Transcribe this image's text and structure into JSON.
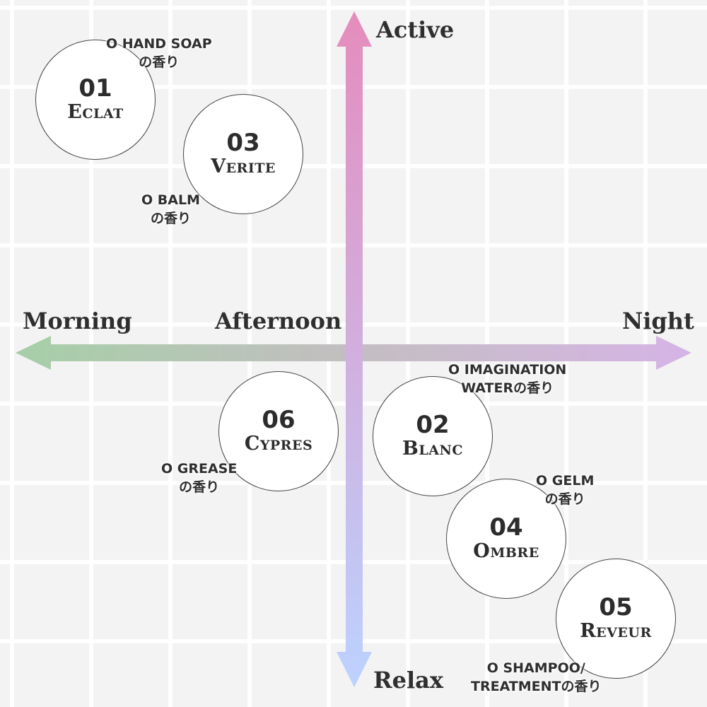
{
  "axes": {
    "top": "Active",
    "bottom": "Relax",
    "left": "Morning",
    "center": "Afternoon",
    "right": "Night"
  },
  "colors": {
    "vertical_top": "#e58cbc",
    "vertical_bottom": "#bcd2ff",
    "horizontal_left": "#a6cfa7",
    "horizontal_mid": "#c3bec1",
    "horizontal_right": "#d6b4e6"
  },
  "items": [
    {
      "num": "01",
      "name": "Eclat",
      "note": [
        "O HAND SOAP",
        "の香り"
      ]
    },
    {
      "num": "03",
      "name": "Verite",
      "note": [
        "O BALM",
        "の香り"
      ]
    },
    {
      "num": "06",
      "name": "Cypres",
      "note": [
        "O GREASE",
        "の香り"
      ]
    },
    {
      "num": "02",
      "name": "Blanc",
      "note": [
        "O IMAGINATION",
        "WATERの香り"
      ]
    },
    {
      "num": "04",
      "name": "Ombre",
      "note": [
        "O GELM",
        "の香り"
      ]
    },
    {
      "num": "05",
      "name": "Reveur",
      "note": [
        "O SHAMPOO/",
        "TREATMENTの香り"
      ]
    }
  ]
}
